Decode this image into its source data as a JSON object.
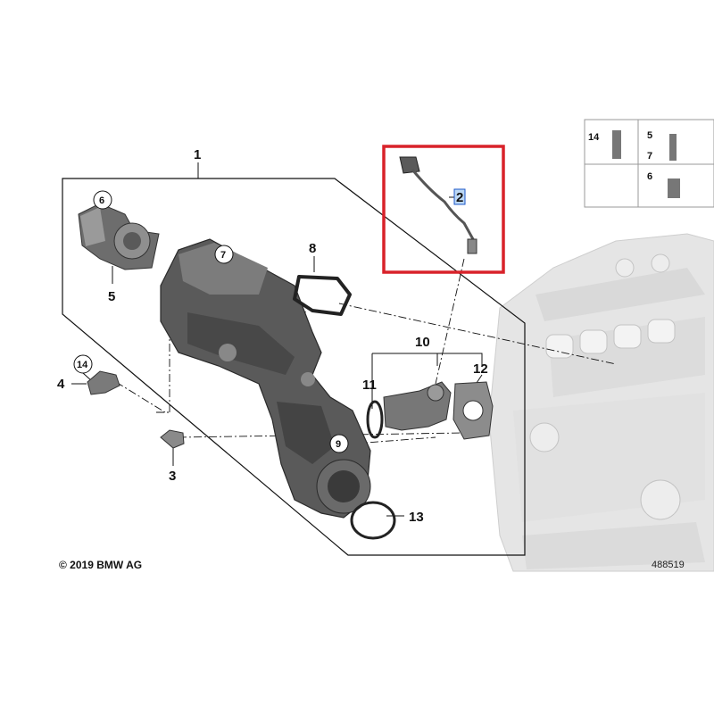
{
  "callouts": {
    "c1": "1",
    "c2": "2",
    "c3": "3",
    "c4": "4",
    "c5": "5",
    "c6": "6",
    "c7": "7",
    "c8": "8",
    "c9": "9",
    "c10": "10",
    "c11": "11",
    "c12": "12",
    "c13": "13",
    "c14": "14"
  },
  "legend": {
    "r1a": "14",
    "r1b": "5",
    "r2": "7",
    "r3": "6"
  },
  "footer": {
    "copyright": "© 2019 BMW AG",
    "drawing_id": "488519"
  },
  "colors": {
    "highlight_box": "#d9222a",
    "selected_label_fill": "#bcd8f5",
    "selected_label_stroke": "#1c57c9",
    "part_dark": "#4c4c4c",
    "part_mid": "#8a8a8a",
    "engine_ghost": "#d6d6d6"
  }
}
